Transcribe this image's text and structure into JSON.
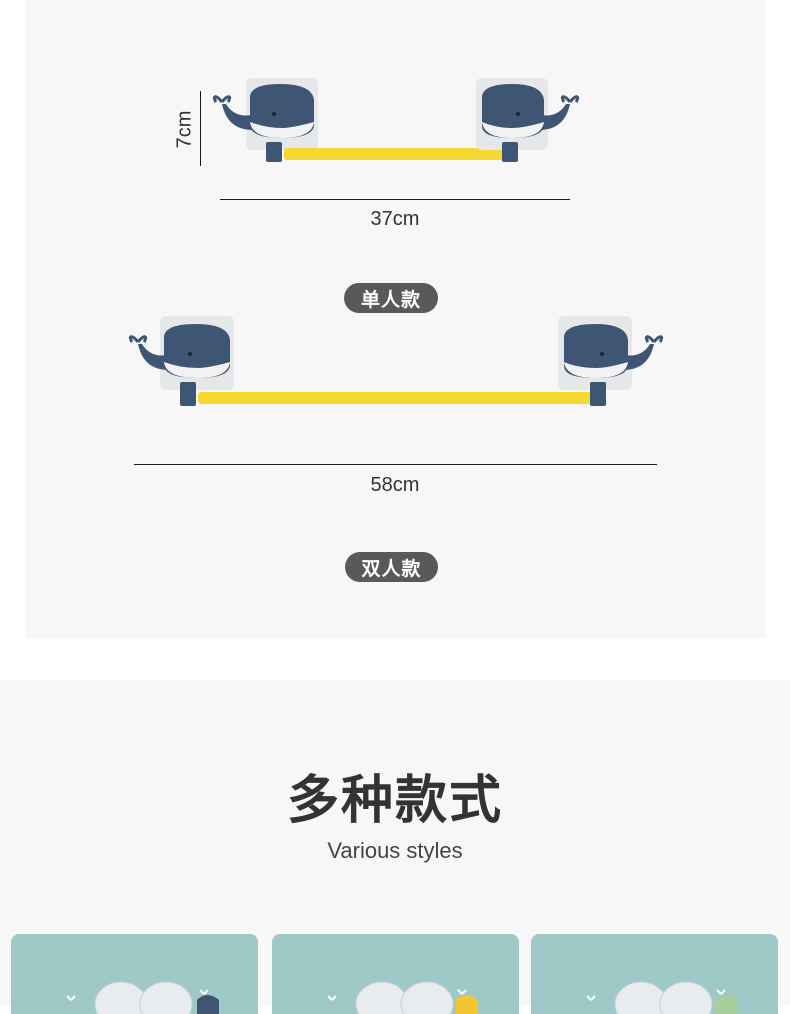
{
  "single": {
    "height_label": "7cm",
    "width_label": "37cm",
    "badge": "单人款"
  },
  "double": {
    "width_label": "58cm",
    "badge": "双人款"
  },
  "section": {
    "title": "多种款式",
    "subtitle": "Various styles"
  },
  "colors": {
    "whale": "#3e5573",
    "bar": "#f5d930",
    "badge_bg": "#595959",
    "card_bg": "#9ec9c6",
    "accent_yellow": "#f3c531",
    "accent_green": "#a8cf9b"
  },
  "icons": [
    "whale-hook-icon",
    "towel-bar-icon"
  ]
}
